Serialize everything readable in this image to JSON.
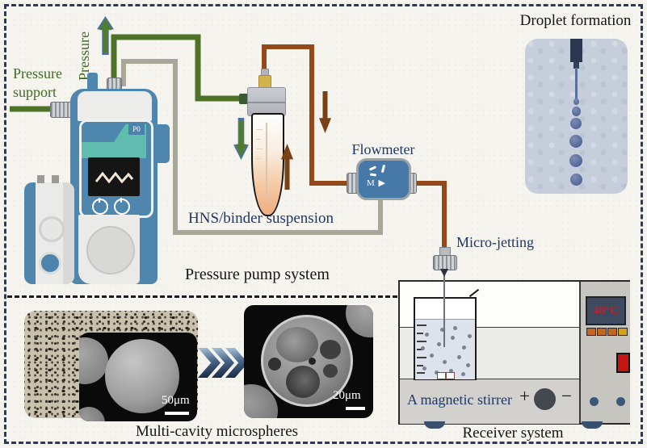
{
  "labels": {
    "pressure": "Pressure",
    "pressure_support": "Pressure support",
    "hns_suspension": "HNS/binder suspension",
    "pressure_pump_system": "Pressure pump system",
    "flowmeter": "Flowmeter",
    "micro_jetting": "Micro-jetting",
    "droplet_formation": "Droplet formation",
    "receiver_system": "Receiver system",
    "magnetic_stirrer": "A magnetic stirrer",
    "plus": "+",
    "minus": "−",
    "multi_cavity": "Multi-cavity microspheres",
    "scale_bar_left": "50μm",
    "scale_bar_right": "20μm"
  },
  "pump": {
    "screen_label": "P0"
  },
  "flowmeter_device": {
    "motor_label": "M ▶"
  },
  "receiver": {
    "temperature": "40°C"
  },
  "colors": {
    "background": "#f6f4ee",
    "frame_dash": "#2a3a5e",
    "green_tube": "#4d7228",
    "gray_tube": "#a8a79a",
    "brown_tube": "#94491a",
    "device_blue": "#4f86ae",
    "screen_teal": "#5fbcae",
    "navy_text": "#1f3864",
    "green_text": "#3f6b25",
    "temperature_red": "#b5252b"
  }
}
